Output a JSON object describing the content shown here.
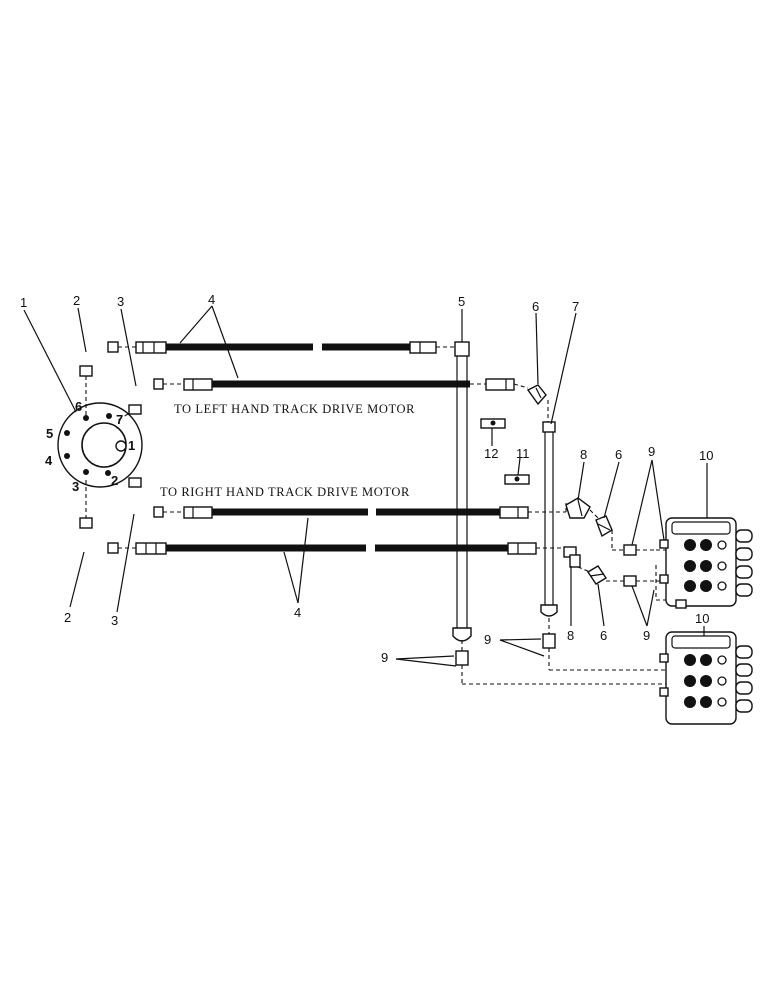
{
  "captions": {
    "left": "TO LEFT HAND TRACK DRIVE MOTOR",
    "right": "TO RIGHT HAND TRACK DRIVE MOTOR"
  },
  "callouts": {
    "c1": "1",
    "c2a": "2",
    "c2b": "2",
    "c3a": "3",
    "c3b": "3",
    "c4a": "4",
    "c4b": "4",
    "c5": "5",
    "c6a": "6",
    "c6b": "6",
    "c6c": "6",
    "c7": "7",
    "c8a": "8",
    "c8b": "8",
    "c9a": "9",
    "c9b": "9",
    "c9c": "9",
    "c9d": "9",
    "c10a": "10",
    "c10b": "10",
    "c11": "11",
    "c12": "12"
  },
  "port_labels": {
    "p1": "1",
    "p2": "2",
    "p3": "3",
    "p4": "4",
    "p5": "5",
    "p6": "6",
    "p7": "7"
  }
}
